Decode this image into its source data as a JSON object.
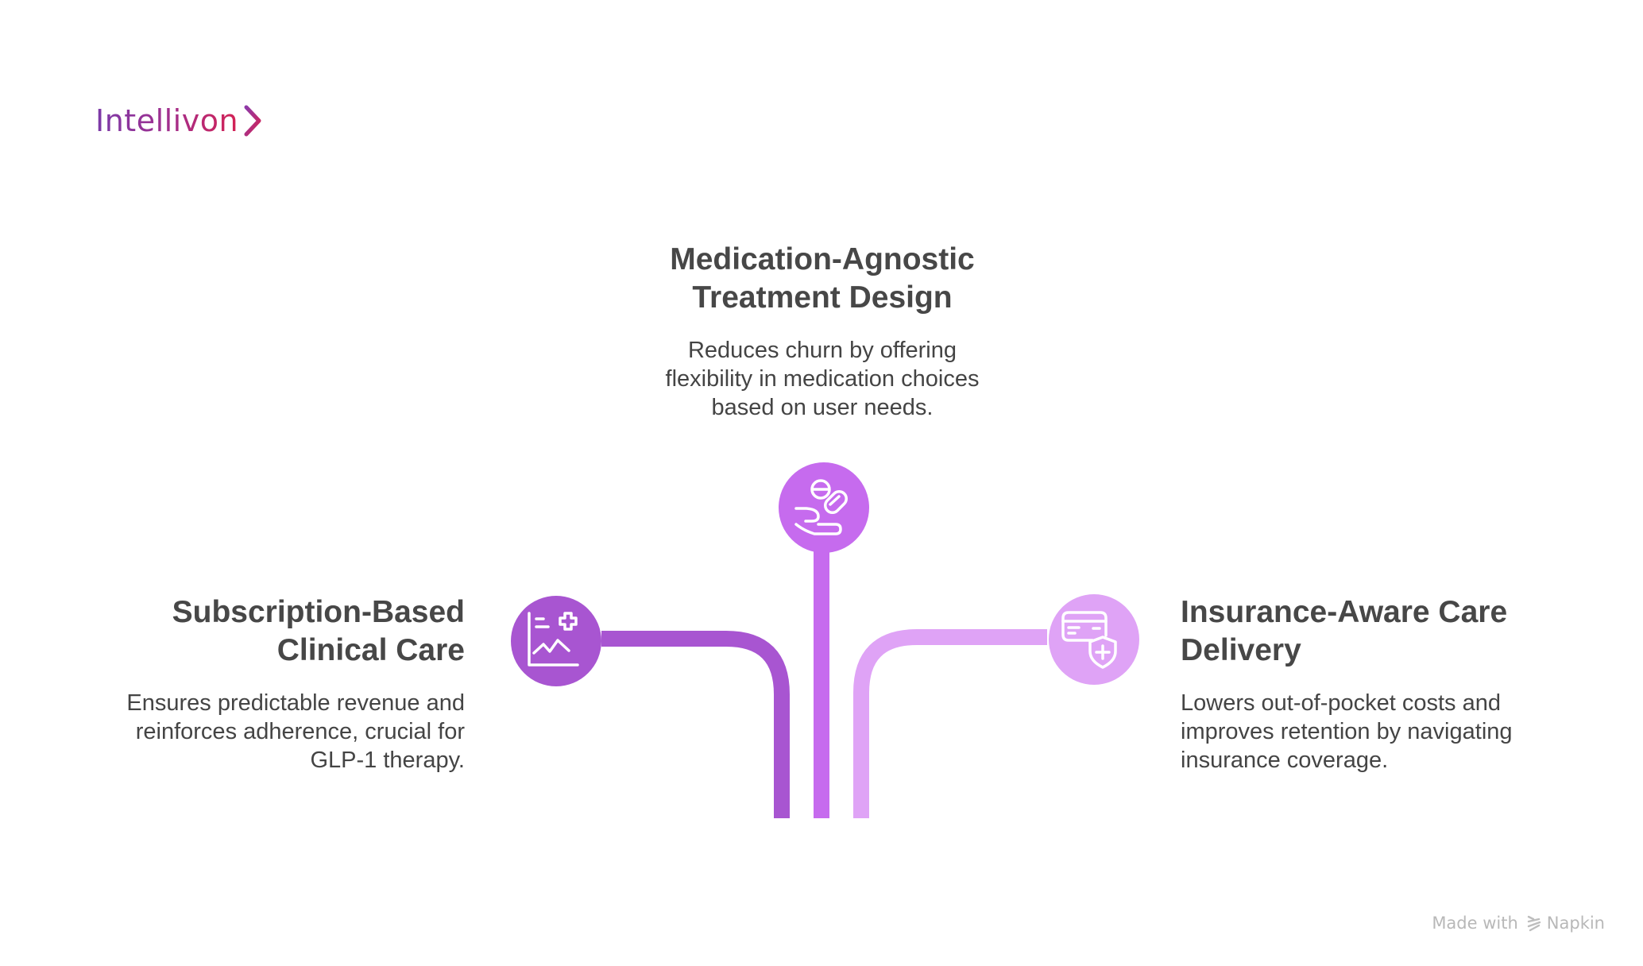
{
  "brand": {
    "logo_text": "Intellivon",
    "logo_icon": "chevron-right-icon",
    "gradient": [
      "#7b3aa8",
      "#d42254"
    ]
  },
  "diagram": {
    "items": [
      {
        "id": "center",
        "title_line1": "Medication-Agnostic",
        "title_line2": "Treatment Design",
        "body_line1": "Reduces churn by offering",
        "body_line2": "flexibility in medication choices",
        "body_line3": "based on user needs.",
        "icon": "hand-pills-icon",
        "color": "#C66BEE"
      },
      {
        "id": "left",
        "title_line1": "Subscription-Based",
        "title_line2": "Clinical Care",
        "body_line1": "Ensures predictable revenue and",
        "body_line2": "reinforces adherence, crucial for",
        "body_line3": "GLP-1 therapy.",
        "icon": "chart-medical-cross-icon",
        "color": "#A855D1"
      },
      {
        "id": "right",
        "title_line1": "Insurance-Aware Care",
        "title_line2": "Delivery",
        "body_line1": "Lowers out-of-pocket costs and",
        "body_line2": "improves retention by navigating",
        "body_line3": "insurance coverage.",
        "icon": "card-shield-icon",
        "color": "#DFA3F6"
      }
    ]
  },
  "footer": {
    "made_with": "Made with",
    "brand": "Napkin",
    "icon": "napkin-logo-icon"
  }
}
